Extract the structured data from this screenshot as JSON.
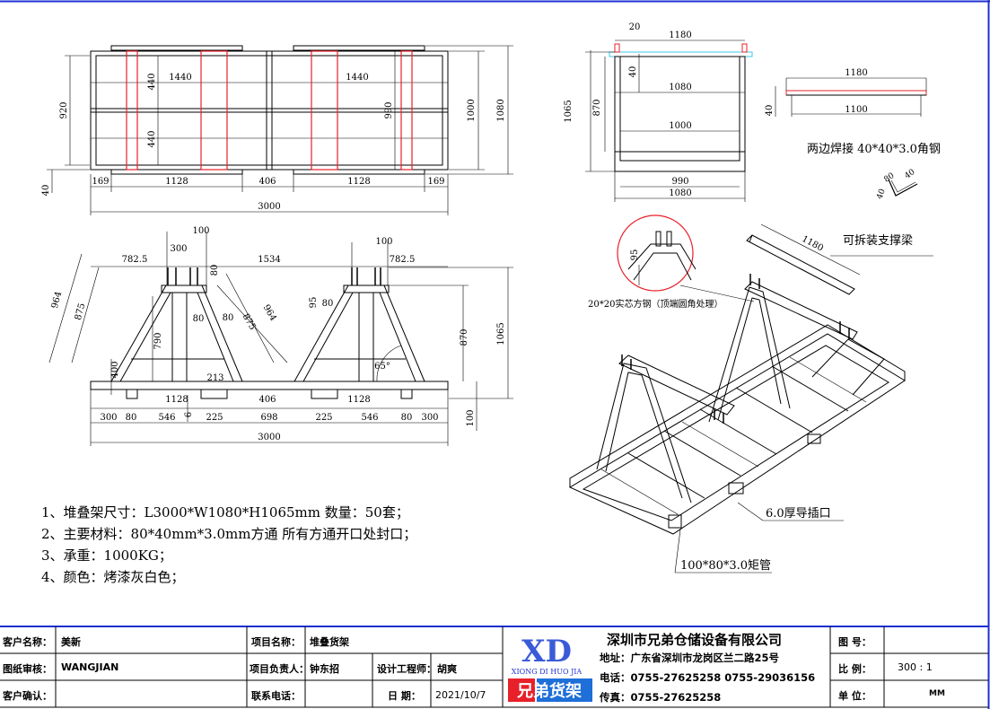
{
  "drawing": {
    "front_view": {
      "dims": [
        "920",
        "1000",
        "1080",
        "40",
        "440",
        "440",
        "1440",
        "1440",
        "990",
        "169",
        "1128",
        "406",
        "1128",
        "169",
        "3000"
      ]
    },
    "end_view": {
      "dims": [
        "20",
        "1180",
        "40",
        "1080",
        "1065",
        "870",
        "1000",
        "990",
        "1080"
      ]
    },
    "beam_detail": {
      "dims": [
        "1180",
        "1100",
        "40"
      ],
      "note": "两边焊接 40*40*3.0角钢",
      "angle_dims": [
        "40",
        "80",
        "40"
      ]
    },
    "side_view": {
      "dims": [
        "100",
        "300",
        "782.5",
        "1534",
        "100",
        "782.5",
        "80",
        "964",
        "875",
        "80",
        "80",
        "875",
        "964",
        "95",
        "80",
        "790",
        "400",
        "65°",
        "213",
        "870",
        "1065",
        "1128",
        "406",
        "1128",
        "300",
        "80",
        "546",
        "6",
        "225",
        "698",
        "225",
        "546",
        "80",
        "300",
        "100",
        "3000"
      ]
    },
    "iso_view": {
      "detail_dim": "95",
      "detail_note": "20*20实芯方钢（顶端圆角处理）",
      "beam_dim": "1180",
      "beam_label": "可拆装支撑梁",
      "insert_label": "6.0厚导插口",
      "tube_label": "100*80*3.0矩管"
    }
  },
  "notes": [
    "1、堆叠架尺寸：L3000*W1080*H1065mm   数量：50套；",
    "2、主要材料：80*40mm*3.0mm方通 所有方通开口处封口；",
    "3、承重：1000KG；",
    "4、颜色：烤漆灰白色；"
  ],
  "title_block": {
    "customer_name_label": "客户名称：",
    "customer_name": "美新",
    "review_label": "图纸审核：",
    "review": "WANGJIAN",
    "confirm_label": "客户确认：",
    "project_name_label": "项目名称：",
    "project_name": "堆叠货架",
    "project_lead_label": "项目负责人：",
    "project_lead": "钟东招",
    "phone_label": "联系电话：",
    "engineer_label": "设计工程师：",
    "engineer": "胡爽",
    "date_label": "日  期：",
    "date": "2021/10/7",
    "logo_letters": "XD",
    "logo_pinyin": "XIONG DI HUO JIA",
    "logo_brand": "兄弟货架",
    "company": "深圳市兄弟仓储设备有限公司",
    "address": "地址：广东省深圳市龙岗区兰二路25号",
    "tel": "电话：0755-27625258   0755-29036156",
    "fax": "传真：0755-27625258",
    "drawing_no_label": "图  号：",
    "scale_label": "比  例：",
    "scale": "300 : 1",
    "unit_label": "单  位：",
    "unit": "MM"
  },
  "colors": {
    "line": "#000000",
    "red": "#e8202a",
    "blue": "#1f2fd0",
    "cyan": "#3fc8e8"
  }
}
